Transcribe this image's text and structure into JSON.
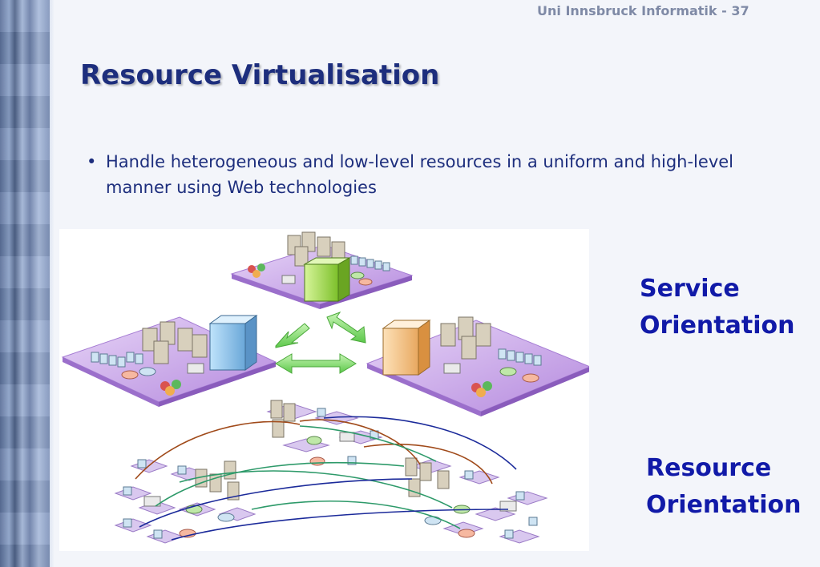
{
  "slide": {
    "header_ref": "Uni Innsbruck Informatik - 37",
    "title": "Resource Virtualisation",
    "bullets": [
      {
        "text": "Handle heterogeneous and low-level resources in a uniform and high-level manner using Web technologies"
      }
    ],
    "labels": {
      "service_line1": "Service",
      "service_line2": "Orientation",
      "resource_line1": "Resource",
      "resource_line2": "Orientation"
    }
  },
  "colors": {
    "title": "#1d2e7d",
    "label": "#111aa8",
    "platform": "#c9a6ea",
    "arrow": "#7bd96a",
    "link_blue": "#1b2a9a",
    "link_green": "#2e9a6a",
    "link_brown": "#a04a1a"
  }
}
